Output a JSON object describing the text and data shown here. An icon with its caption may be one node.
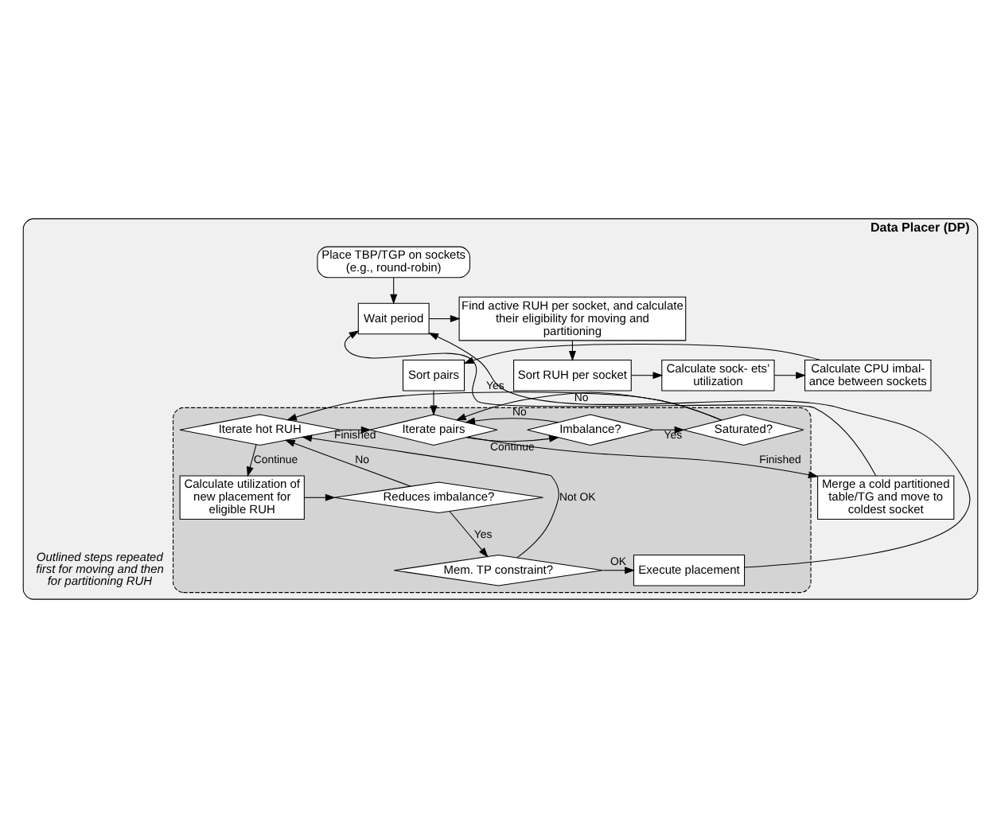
{
  "diagram": {
    "nodes": [
      {
        "text": [
          "Data Placer (DP)"
        ]
      },
      {
        "text": [
          "Place TBP/TGP on sockets (e.g., round-robin)"
        ],
        "in": 0
      },
      {
        "text": [
          "Wait period"
        ],
        "in": 0
      },
      {
        "text": [
          "Find active RUH per socket, and calculate their eligibility for moving and partitioning"
        ],
        "in": 0
      },
      {
        "text": [
          "Sort RUH per socket"
        ],
        "in": 0
      },
      {
        "text": [
          "Calculate sock- ets’ utilization"
        ],
        "in": 0
      },
      {
        "text": [
          "Calculate CPU imbal- ance between sockets"
        ],
        "in": 0
      },
      {
        "text": [
          "Sort pairs"
        ],
        "in": 0
      },
      {
        "text": [],
        "shape": "box",
        "in": 0
      },
      {
        "text": [
          "Iterate pairs"
        ],
        "in": 8
      },
      {
        "text": [
          "Imbalance?"
        ],
        "in": 8
      },
      {
        "text": [
          "Saturated?"
        ],
        "in": 8
      },
      {
        "text": [
          "Iterate hot RUH"
        ],
        "in": 8
      },
      {
        "text": [
          "Calculate utilization of new placement for eligible RUH"
        ],
        "in": 8
      },
      {
        "text": [
          "Reduces imbalance?"
        ],
        "in": 8
      },
      {
        "text": [
          "Mem. TP constraint?"
        ],
        "in": 8
      },
      {
        "text": [
          "Execute placement"
        ],
        "in": 8
      },
      {
        "text": [
          "Merge a cold partitioned table/TG and move to coldest socket"
        ],
        "in": 0
      }
    ],
    "edges": [
      {
        "from": 1,
        "to": 2,
        "arrow": "to"
      },
      {
        "from": 2,
        "to": 3,
        "arrow": "to"
      },
      {
        "from": 3,
        "to": 4,
        "arrow": "to"
      },
      {
        "from": 4,
        "to": 5,
        "arrow": "to"
      },
      {
        "from": 5,
        "to": 6,
        "arrow": "to"
      },
      {
        "from": 6,
        "to": 7,
        "arrow": "to"
      },
      {
        "from": 7,
        "to": 9,
        "arrow": "to"
      },
      {
        "from": 9,
        "to": 10,
        "arrow": "to",
        "label": "Continue"
      },
      {
        "from": 10,
        "to": 9,
        "arrow": "to",
        "label": "No"
      },
      {
        "from": 10,
        "to": 11,
        "arrow": "to",
        "label": "Yes"
      },
      {
        "from": 11,
        "to": 9,
        "arrow": "to",
        "label": "No"
      },
      {
        "from": 11,
        "to": 12,
        "arrow": "to",
        "label": "Yes"
      },
      {
        "from": 12,
        "to": 9,
        "arrow": "to",
        "label": "Finished"
      },
      {
        "from": 12,
        "to": 13,
        "arrow": "to",
        "label": "Continue"
      },
      {
        "from": 13,
        "to": 14,
        "arrow": "to"
      },
      {
        "from": 14,
        "to": 12,
        "arrow": "to",
        "label": "No"
      },
      {
        "from": 14,
        "to": 15,
        "arrow": "to",
        "label": "Yes"
      },
      {
        "from": 15,
        "to": 12,
        "arrow": "to",
        "label": "Not OK"
      },
      {
        "from": 15,
        "to": 16,
        "arrow": "to",
        "label": "OK"
      },
      {
        "from": 16,
        "to": 2,
        "arrow": "to"
      },
      {
        "from": 9,
        "to": 17,
        "arrow": "to",
        "label": "Finished"
      },
      {
        "from": 17,
        "to": 2,
        "arrow": "to"
      }
    ],
    "labels": [
      "Outlined steps repeated first for moving and then for partitioning RUH"
    ]
  }
}
